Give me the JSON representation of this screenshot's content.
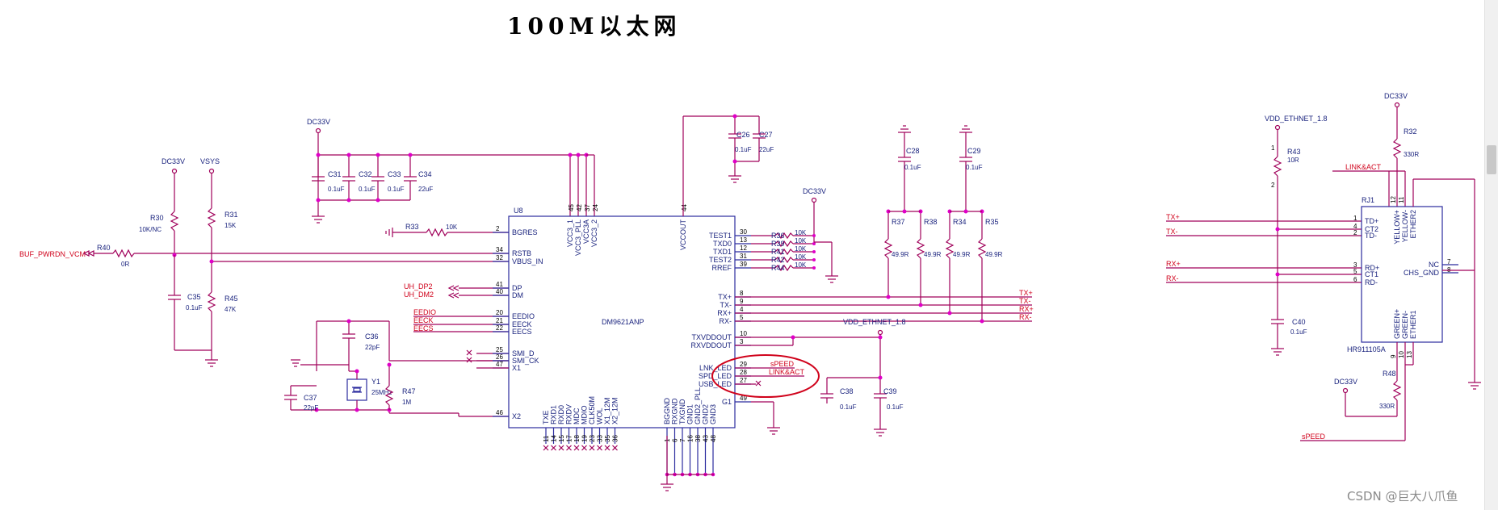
{
  "title": "100M以太网",
  "watermark": "CSDN @巨大八爪鱼",
  "chip": {
    "ref": "U8",
    "part": "DM9621ANP",
    "left_pins": [
      {
        "num": "2",
        "name": "BGRES"
      },
      {
        "num": "34",
        "name": "RSTB"
      },
      {
        "num": "32",
        "name": "VBUS_IN"
      },
      {
        "num": "41",
        "name": "DP"
      },
      {
        "num": "40",
        "name": "DM"
      },
      {
        "num": "20",
        "name": "EEDIO"
      },
      {
        "num": "21",
        "name": "EECK"
      },
      {
        "num": "22",
        "name": "EECS"
      },
      {
        "num": "25",
        "name": "SMI_D"
      },
      {
        "num": "26",
        "name": "SMI_CK"
      },
      {
        "num": "47",
        "name": "X1"
      },
      {
        "num": "46",
        "name": "X2"
      }
    ],
    "top_pins": [
      {
        "num": "45",
        "name": "VCC3_1"
      },
      {
        "num": "42",
        "name": "VCC3_PLL"
      },
      {
        "num": "37",
        "name": "VCC3A"
      },
      {
        "num": "24",
        "name": "VCC3_2"
      },
      {
        "num": "44",
        "name": "VCCOUT"
      }
    ],
    "right_pins": [
      {
        "num": "30",
        "name": "TEST1"
      },
      {
        "num": "13",
        "name": "TXD0"
      },
      {
        "num": "12",
        "name": "TXD1"
      },
      {
        "num": "31",
        "name": "TEST2"
      },
      {
        "num": "39",
        "name": "RREF"
      },
      {
        "num": "8",
        "name": "TX+"
      },
      {
        "num": "9",
        "name": "TX-"
      },
      {
        "num": "4",
        "name": "RX+"
      },
      {
        "num": "5",
        "name": "RX-"
      },
      {
        "num": "10",
        "name": "TXVDDOUT"
      },
      {
        "num": "3",
        "name": "RXVDDOUT"
      },
      {
        "num": "29",
        "name": "LNK_LED"
      },
      {
        "num": "28",
        "name": "SPD_LED"
      },
      {
        "num": "27",
        "name": "USB_LED"
      },
      {
        "num": "49",
        "name": "G1"
      }
    ],
    "bottom_pins_left": [
      {
        "num": "11",
        "name": "TXE"
      },
      {
        "num": "14",
        "name": "RXD1"
      },
      {
        "num": "15",
        "name": "RXD0"
      },
      {
        "num": "17",
        "name": "RXDV"
      },
      {
        "num": "18",
        "name": "MDC"
      },
      {
        "num": "19",
        "name": "MDIO"
      },
      {
        "num": "23",
        "name": "CLK50M"
      },
      {
        "num": "33",
        "name": "WOL"
      },
      {
        "num": "35",
        "name": "X1_12M"
      },
      {
        "num": "36",
        "name": "X2_12M"
      }
    ],
    "bottom_pins_right": [
      {
        "num": "1",
        "name": "BGGND"
      },
      {
        "num": "6",
        "name": "RXGND"
      },
      {
        "num": "7",
        "name": "TXGND"
      },
      {
        "num": "16",
        "name": "GND1"
      },
      {
        "num": "38",
        "name": "GND2_PLL"
      },
      {
        "num": "43",
        "name": "GND2"
      },
      {
        "num": "48",
        "name": "GND3"
      }
    ]
  },
  "power": {
    "dc33v": "DC33V",
    "vsys": "VSYS",
    "vdd_ethnet": "VDD_ETHNET_1.8"
  },
  "components": {
    "r30": {
      "ref": "R30",
      "value": "10K/NC"
    },
    "r31": {
      "ref": "R31",
      "value": "15K"
    },
    "r40": {
      "ref": "R40",
      "value": "0R"
    },
    "r45": {
      "ref": "R45",
      "value": "47K"
    },
    "r33": {
      "ref": "R33",
      "value": "10K"
    },
    "r47": {
      "ref": "R47",
      "value": "1M"
    },
    "c31": {
      "ref": "C31",
      "value": "0.1uF"
    },
    "c32": {
      "ref": "C32",
      "value": "0.1uF"
    },
    "c33": {
      "ref": "C33",
      "value": "0.1uF"
    },
    "c34": {
      "ref": "C34",
      "value": "22uF"
    },
    "c35": {
      "ref": "C35",
      "value": "0.1uF"
    },
    "c36": {
      "ref": "C36",
      "value": "22pF"
    },
    "c37": {
      "ref": "C37",
      "value": "22pF"
    },
    "y1": {
      "ref": "Y1",
      "value": "25MHz"
    },
    "c26": {
      "ref": "C26",
      "value": "0.1uF"
    },
    "c27": {
      "ref": "C27",
      "value": "22uF"
    },
    "c28": {
      "ref": "C28",
      "value": "0.1uF"
    },
    "c29": {
      "ref": "C29",
      "value": "0.1uF"
    },
    "c38": {
      "ref": "C38",
      "value": "0.1uF"
    },
    "c39": {
      "ref": "C39",
      "value": "0.1uF"
    },
    "r37": {
      "ref": "R37",
      "value": "49.9R"
    },
    "r38": {
      "ref": "R38",
      "value": "49.9R"
    },
    "r34": {
      "ref": "R34",
      "value": "49.9R"
    },
    "r35": {
      "ref": "R35",
      "value": "49.9R"
    },
    "r43": {
      "ref": "R43",
      "value": "10R"
    },
    "r32": {
      "ref": "R32",
      "value": "330R"
    },
    "r48": {
      "ref": "R48",
      "value": "330R"
    },
    "c40": {
      "ref": "C40",
      "value": "0.1uF"
    },
    "rstrap_refs": [
      "R36",
      "R39",
      "R41",
      "R42",
      "R44"
    ],
    "rstrap_value": "10K"
  },
  "nets": {
    "buf_pwrdn": "BUF_PWRDN_VCM",
    "uh_dp2": "UH_DP2",
    "uh_dm2": "UH_DM2",
    "eedio": "EEDIO",
    "eeck": "EECK",
    "eecs": "EECS",
    "speed": "sPEED",
    "link_act": "LINK&ACT",
    "tx_plus": "TX+",
    "tx_minus": "TX-",
    "rx_plus": "RX+",
    "rx_minus": "RX-"
  },
  "rj45": {
    "ref": "RJ1",
    "part": "HR911105A",
    "left_pins": [
      {
        "num": "1",
        "name": "TD+"
      },
      {
        "num": "4",
        "name": "CT2"
      },
      {
        "num": "2",
        "name": "TD-"
      },
      {
        "num": "3",
        "name": "RD+"
      },
      {
        "num": "5",
        "name": "CT1"
      },
      {
        "num": "6",
        "name": "RD-"
      }
    ],
    "right_pins": [
      {
        "num": "7",
        "name": "NC"
      },
      {
        "num": "8",
        "name": "CHS_GND"
      }
    ],
    "top_pins": [
      {
        "num": "12",
        "name": "YELLOW+"
      },
      {
        "num": "11",
        "name": "YELLOW-"
      },
      {
        "num": "",
        "name": "ETHER2"
      }
    ],
    "bottom_pins": [
      {
        "num": "9",
        "name": "GREEN+"
      },
      {
        "num": "10",
        "name": "GREEN-"
      },
      {
        "num": "13",
        "name": "ETHER1"
      }
    ]
  },
  "colors": {
    "wire": "#a0005a",
    "text": "#1a237e",
    "net_label": "#d0021b",
    "junction": "#e000c8",
    "highlight": "#d0021b"
  }
}
